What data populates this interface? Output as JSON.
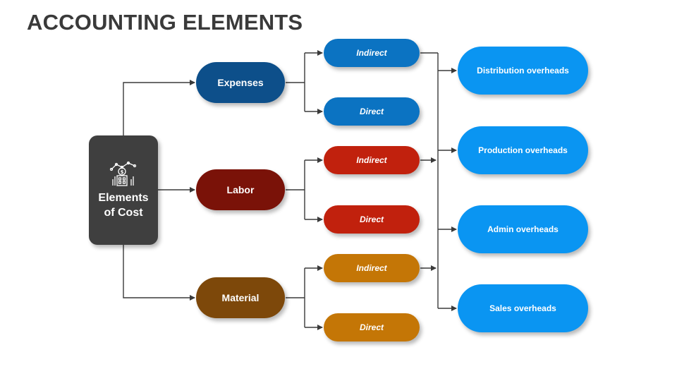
{
  "title": "ACCOUNTING ELEMENTS",
  "root": {
    "label": "Elements\nof Cost",
    "icon": "cost-analysis-icon"
  },
  "categories": [
    {
      "label": "Expenses",
      "color": "#0d4f8a",
      "sub_color": "#0b73c2",
      "subs": [
        {
          "label": "Indirect"
        },
        {
          "label": "Direct"
        }
      ]
    },
    {
      "label": "Labor",
      "color": "#7a1208",
      "sub_color": "#c1210d",
      "subs": [
        {
          "label": "Indirect"
        },
        {
          "label": "Direct"
        }
      ]
    },
    {
      "label": "Material",
      "color": "#7d480a",
      "sub_color": "#c47606",
      "subs": [
        {
          "label": "Indirect"
        },
        {
          "label": "Direct"
        }
      ]
    }
  ],
  "overheads": [
    {
      "label": "Distribution overheads"
    },
    {
      "label": "Production overheads"
    },
    {
      "label": "Admin overheads"
    },
    {
      "label": "Sales overheads"
    }
  ],
  "colors": {
    "overhead": "#0a95f2",
    "root": "#3f3f3f",
    "connector": "#3a3a3a"
  }
}
